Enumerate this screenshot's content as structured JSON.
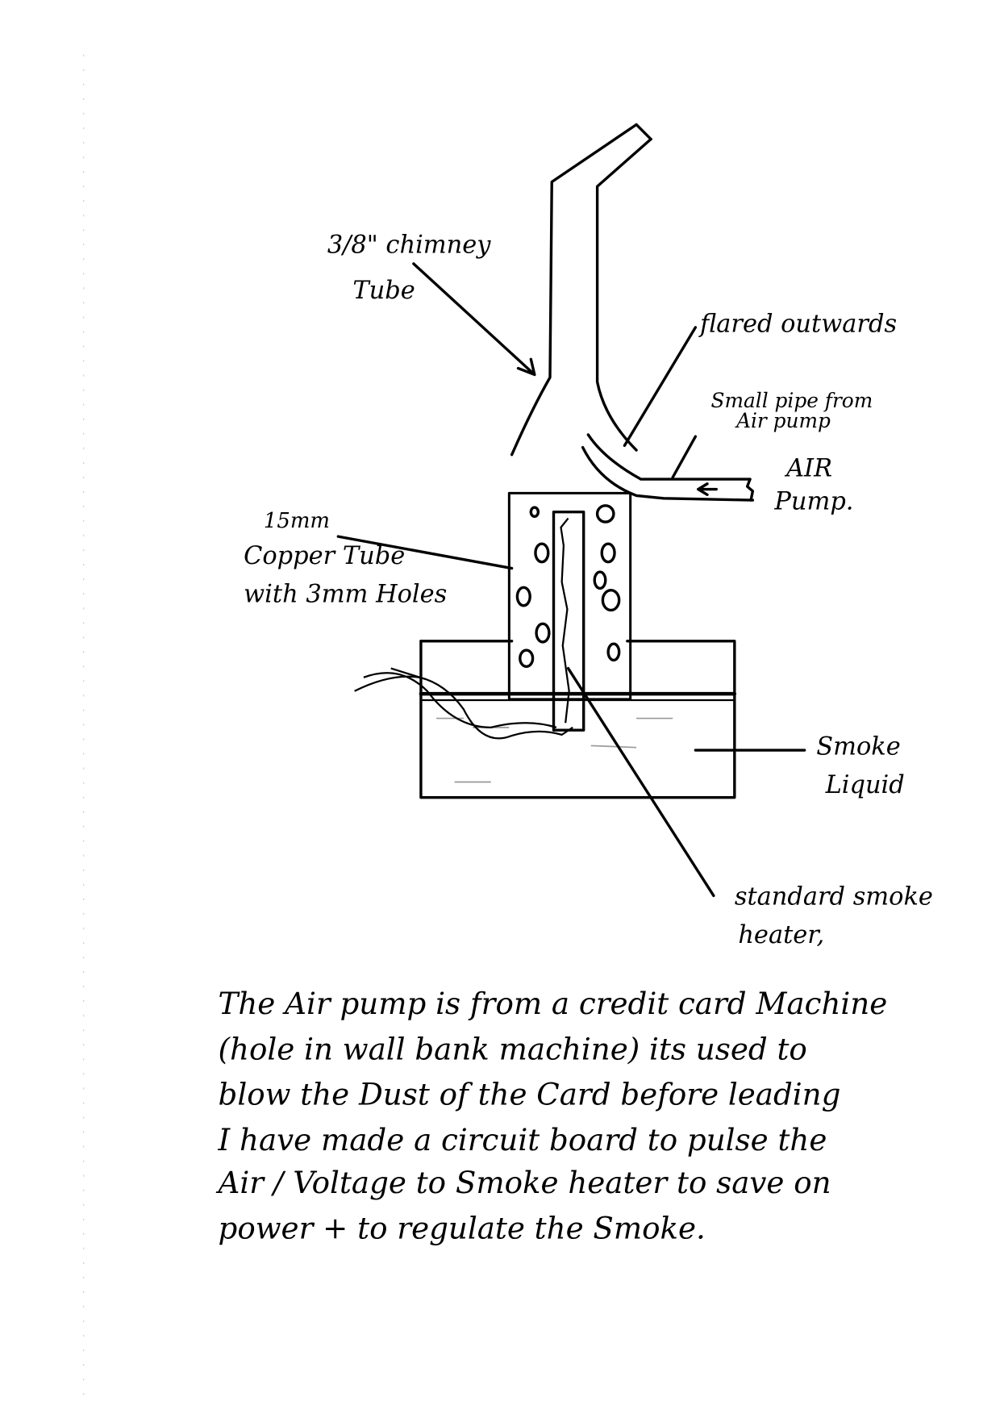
{
  "labels": {
    "chimney_line1": "3/8\" chimney",
    "chimney_line2": "Tube",
    "flared": "flared outwards",
    "small_pipe_line1": "Small pipe from",
    "small_pipe_line2": "Air pump",
    "air_pump_line1": "AIR",
    "air_pump_line2": "Pump.",
    "copper_line1": "15mm",
    "copper_line2": "Copper Tube",
    "copper_line3": "with 3mm Holes",
    "smoke_liquid_line1": "Smoke",
    "smoke_liquid_line2": "Liquid",
    "heater_line1": "standard smoke",
    "heater_line2": "heater,"
  },
  "notes": [
    "The Air pump is from a credit card Machine",
    "(hole in wall bank machine) its used to",
    "blow the Dust of the Card before leading",
    "I have made a circuit board to pulse the",
    "Air / Voltage to Smoke heater to save on",
    "power + to regulate the Smoke."
  ]
}
